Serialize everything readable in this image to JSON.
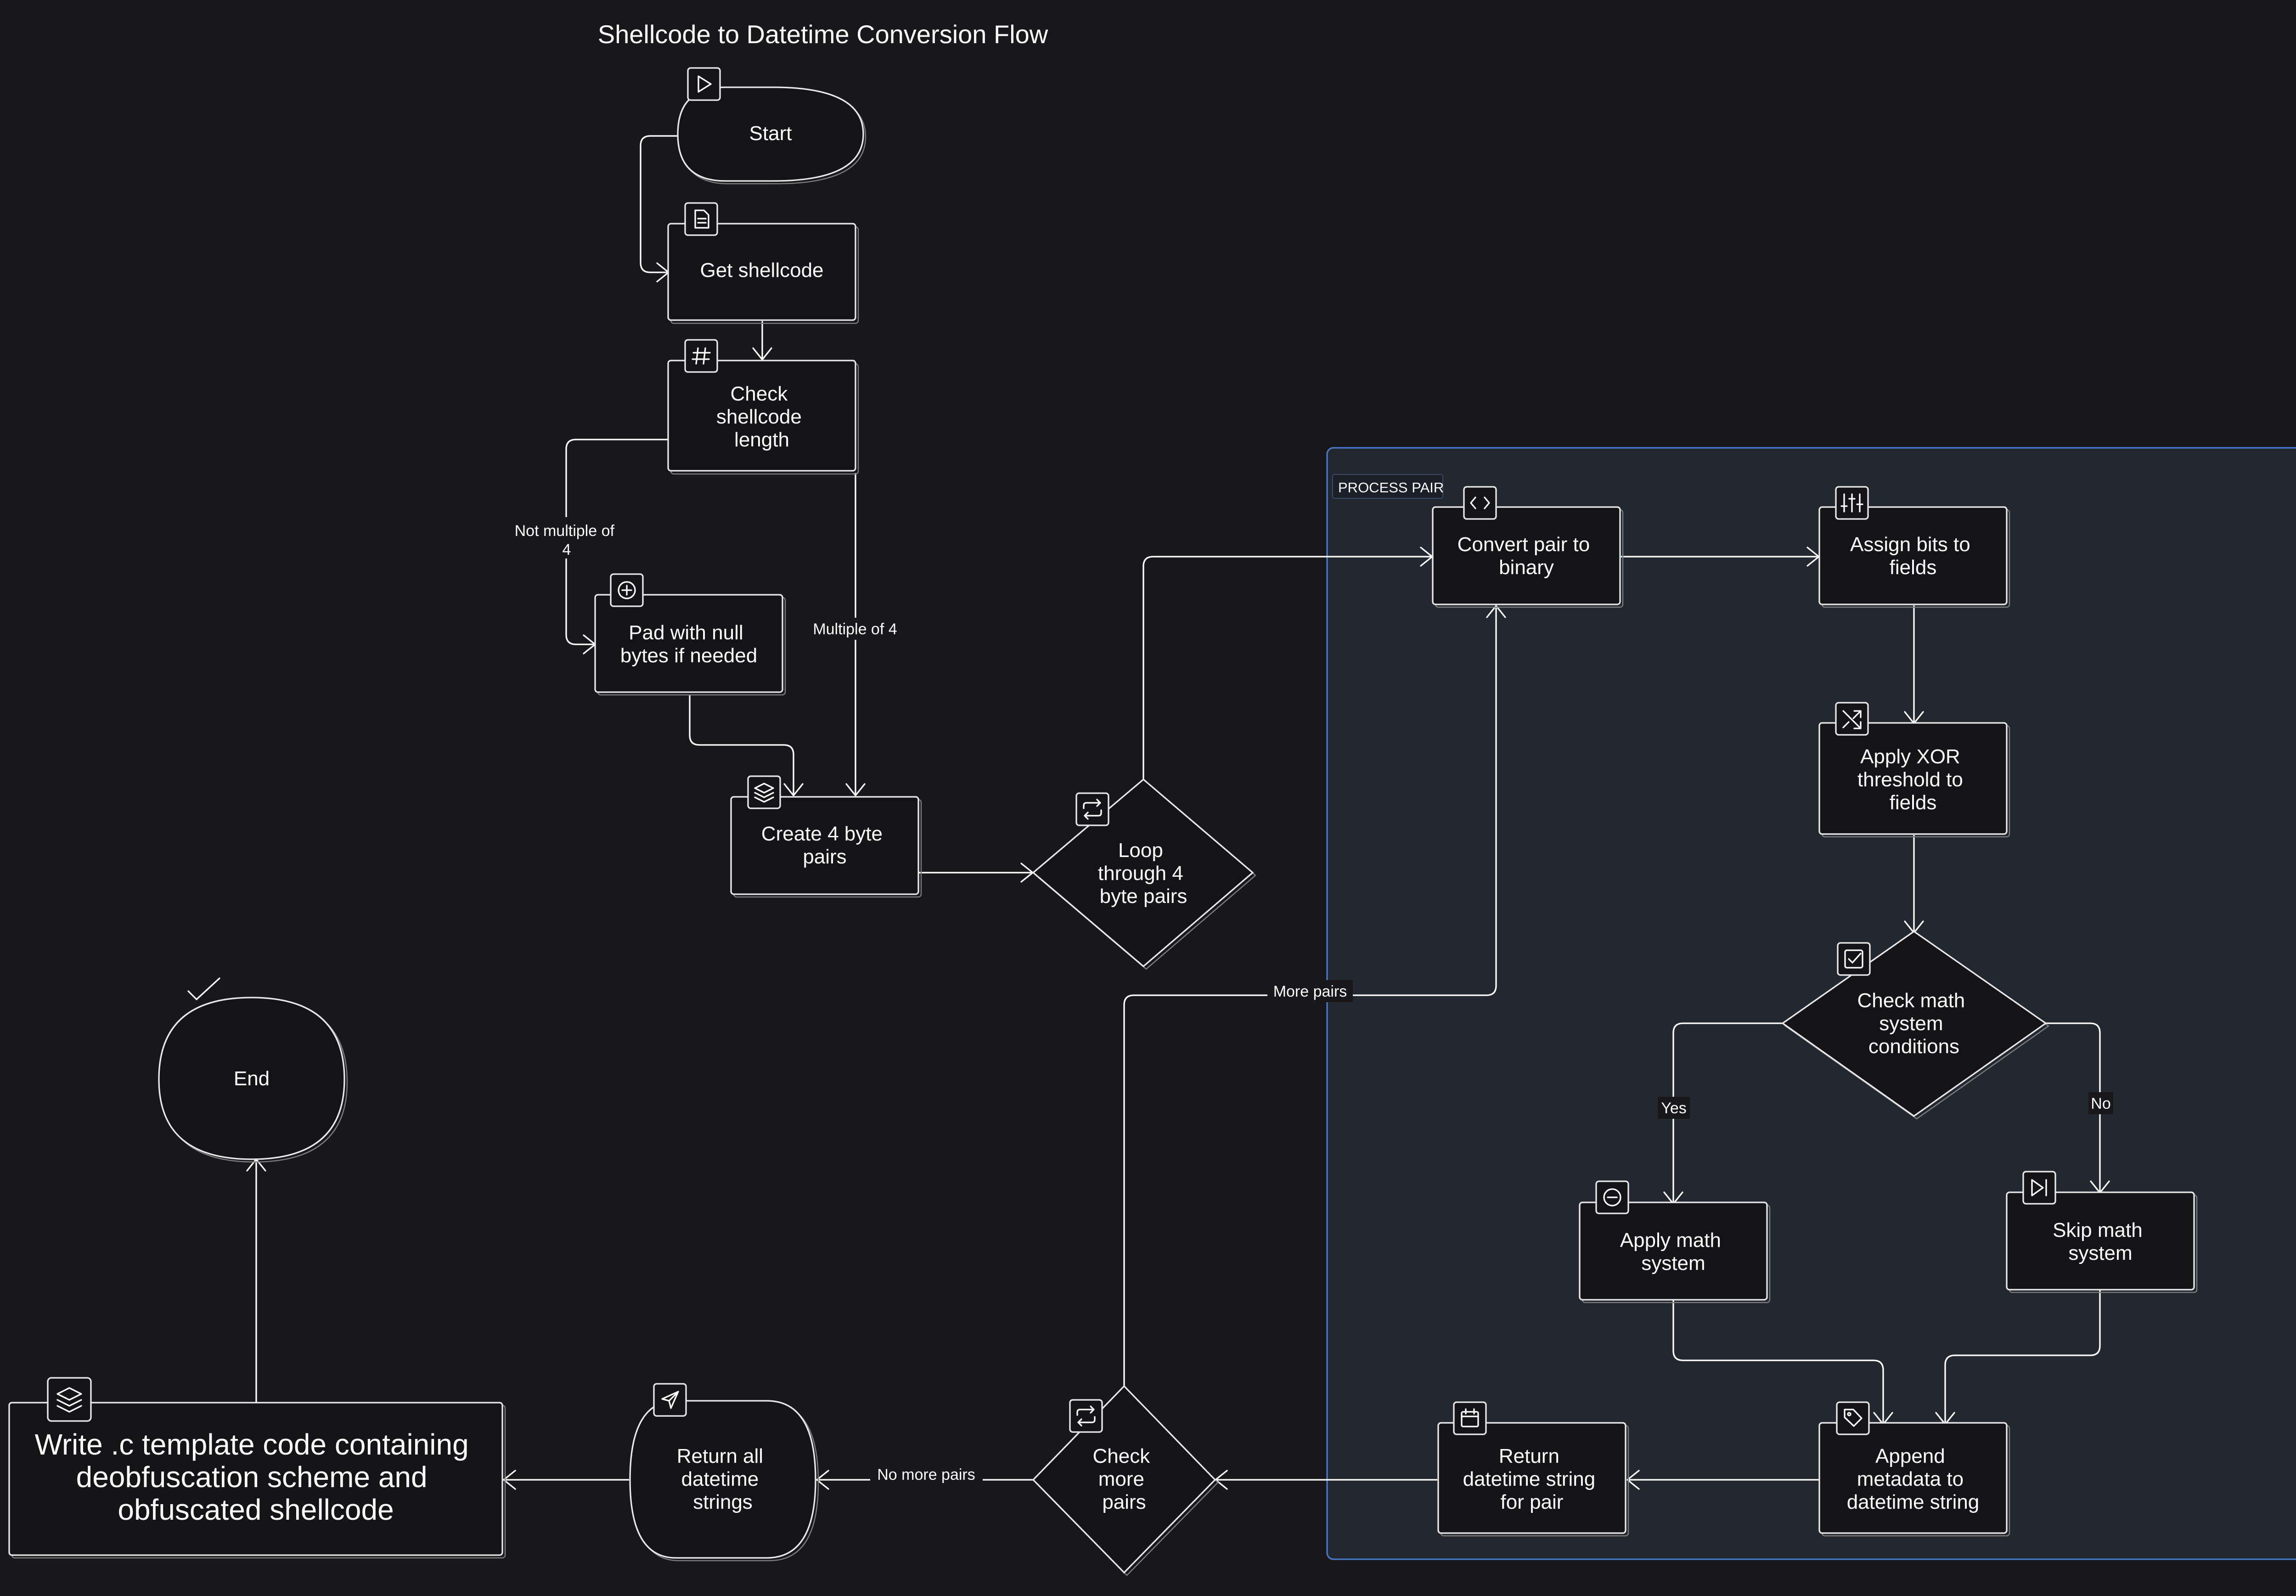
{
  "title": "Shellcode to Datetime Conversion Flow",
  "group": {
    "label": "PROCESS PAIR"
  },
  "nodes": {
    "start": {
      "label": "Start",
      "icon": "play-icon"
    },
    "get_shellcode": {
      "label": "Get shellcode",
      "icon": "file-icon"
    },
    "check_length": {
      "label": "Check shellcode length",
      "icon": "hash-icon"
    },
    "pad_bytes": {
      "label": "Pad with null bytes if needed",
      "icon": "plus-circle-icon"
    },
    "create_pairs": {
      "label": "Create 4 byte pairs",
      "icon": "layers-icon"
    },
    "loop_pairs": {
      "label": "Loop through 4 byte pairs",
      "icon": "repeat-icon"
    },
    "convert_binary": {
      "label": "Convert pair to binary",
      "icon": "code-icon"
    },
    "assign_bits": {
      "label": "Assign bits to fields",
      "icon": "sliders-icon"
    },
    "apply_xor": {
      "label": "Apply XOR threshold to fields",
      "icon": "shuffle-icon"
    },
    "check_math": {
      "label": "Check math system conditions",
      "icon": "check-square-icon"
    },
    "apply_math": {
      "label": "Apply math system",
      "icon": "minus-circle-icon"
    },
    "skip_math": {
      "label": "Skip math system",
      "icon": "skip-forward-icon"
    },
    "append_metadata": {
      "label": "Append metadata to datetime string",
      "icon": "tag-icon"
    },
    "return_datetime": {
      "label": "Return datetime string for pair",
      "icon": "calendar-icon"
    },
    "check_more": {
      "label": "Check more pairs",
      "icon": "repeat-icon"
    },
    "return_all": {
      "label": "Return all datetime strings",
      "icon": "send-icon"
    },
    "write_template": {
      "label": "Write .c template code containing deobfuscation scheme and obfuscated shellcode",
      "icon": "layers-icon"
    },
    "end": {
      "label": "End",
      "icon": "check-icon"
    }
  },
  "edge_labels": {
    "not_multiple": "Not multiple of 4",
    "multiple": "Multiple of 4",
    "yes": "Yes",
    "no": "No",
    "more_pairs": "More pairs",
    "no_more_pairs": "No more pairs"
  },
  "colors": {
    "background": "#18181a",
    "group_fill": "#232830",
    "group_border": "#4a78c8",
    "node_fill": "#141416",
    "stroke": "#ffffff"
  }
}
